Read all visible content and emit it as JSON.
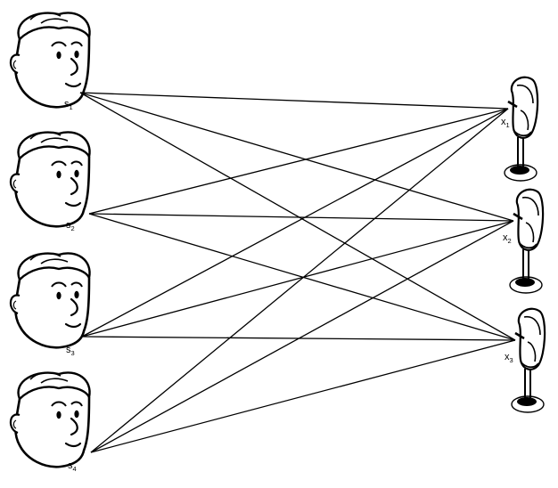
{
  "speakers": [
    {
      "id": "s1",
      "label": "s",
      "sub": "1"
    },
    {
      "id": "s2",
      "label": "s",
      "sub": "2"
    },
    {
      "id": "s3",
      "label": "s",
      "sub": "3"
    },
    {
      "id": "s4",
      "label": "s",
      "sub": "4"
    }
  ],
  "microphones": [
    {
      "id": "x1",
      "label": "x",
      "sub": "1"
    },
    {
      "id": "x2",
      "label": "x",
      "sub": "2"
    },
    {
      "id": "x3",
      "label": "x",
      "sub": "3"
    }
  ],
  "connections": "all-to-all",
  "colors": {
    "line": "#000000",
    "background": "#ffffff"
  }
}
